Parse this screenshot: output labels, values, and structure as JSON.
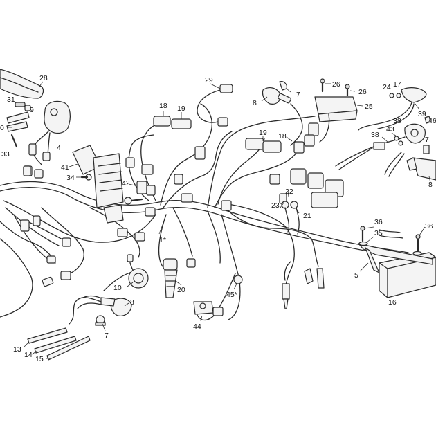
{
  "labels": [
    {
      "id": "l28",
      "text": "28"
    },
    {
      "id": "l31",
      "text": "31"
    },
    {
      "id": "l9",
      "text": "9"
    },
    {
      "id": "l0",
      "text": "0"
    },
    {
      "id": "l33",
      "text": "33"
    },
    {
      "id": "l4",
      "text": "4"
    },
    {
      "id": "l41",
      "text": "41"
    },
    {
      "id": "l34",
      "text": "34"
    },
    {
      "id": "l42",
      "text": "42"
    },
    {
      "id": "l18a",
      "text": "18"
    },
    {
      "id": "l19a",
      "text": "19"
    },
    {
      "id": "l29",
      "text": "29"
    },
    {
      "id": "l8a",
      "text": "8"
    },
    {
      "id": "l7a",
      "text": "7"
    },
    {
      "id": "l26a",
      "text": "26"
    },
    {
      "id": "l26b",
      "text": "26"
    },
    {
      "id": "l25",
      "text": "25"
    },
    {
      "id": "l24",
      "text": "24"
    },
    {
      "id": "l17",
      "text": "17"
    },
    {
      "id": "l39",
      "text": "39"
    },
    {
      "id": "l38a",
      "text": "38"
    },
    {
      "id": "l46",
      "text": "46"
    },
    {
      "id": "l38b",
      "text": "38"
    },
    {
      "id": "l43",
      "text": "43"
    },
    {
      "id": "l7b",
      "text": "7"
    },
    {
      "id": "l8b",
      "text": "8"
    },
    {
      "id": "l19b",
      "text": "19"
    },
    {
      "id": "l18b",
      "text": "18"
    },
    {
      "id": "l22",
      "text": "22"
    },
    {
      "id": "l23",
      "text": "23"
    },
    {
      "id": "l21",
      "text": "21"
    },
    {
      "id": "l1",
      "text": "1*"
    },
    {
      "id": "l36a",
      "text": "36"
    },
    {
      "id": "l35",
      "text": "35"
    },
    {
      "id": "l36b",
      "text": "36"
    },
    {
      "id": "l5",
      "text": "5"
    },
    {
      "id": "l16",
      "text": "16"
    },
    {
      "id": "l10",
      "text": "10"
    },
    {
      "id": "l20",
      "text": "20"
    },
    {
      "id": "l45",
      "text": "45*"
    },
    {
      "id": "l8c",
      "text": "8"
    },
    {
      "id": "l7c",
      "text": "7"
    },
    {
      "id": "l44",
      "text": "44"
    },
    {
      "id": "l13",
      "text": "13"
    },
    {
      "id": "l14",
      "text": "14"
    },
    {
      "id": "l15",
      "text": "15"
    }
  ]
}
